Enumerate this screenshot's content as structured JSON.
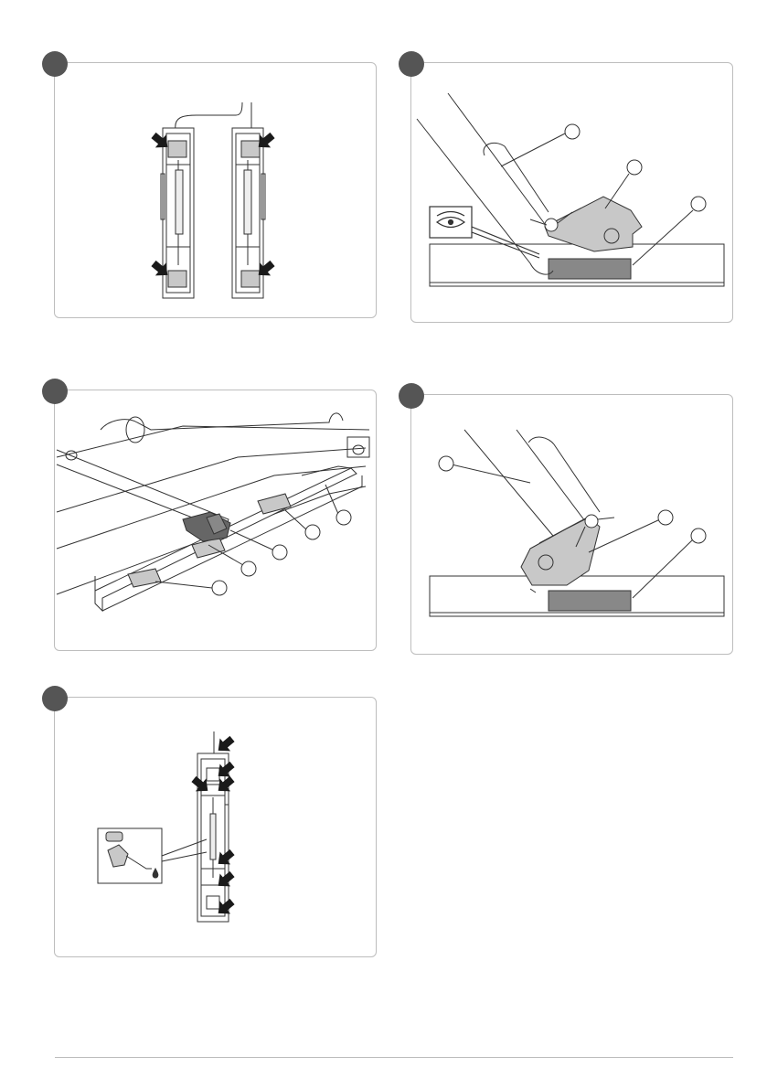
{
  "page": {
    "type": "assembly-instruction-page",
    "text": []
  },
  "panels": [
    {
      "id": "step-1",
      "illustration": "two-vertical-rails-with-pads",
      "callouts": []
    },
    {
      "id": "step-2",
      "illustration": "mount-engaged-inspect-eye",
      "callouts": []
    },
    {
      "id": "step-3",
      "illustration": "rail-channel-perspective",
      "callouts": []
    },
    {
      "id": "step-4",
      "illustration": "mount-raised-released",
      "callouts": []
    },
    {
      "id": "step-5",
      "illustration": "lubricate-vertical-rail",
      "callouts": []
    }
  ],
  "icons": [
    "arrow-icon",
    "eye-icon",
    "oil-can-icon"
  ],
  "colors": {
    "dot": "#555555",
    "border": "#bdbdbd",
    "part_gray": "#c8c8c8",
    "pad_dark": "#888888",
    "line": "#333333"
  }
}
